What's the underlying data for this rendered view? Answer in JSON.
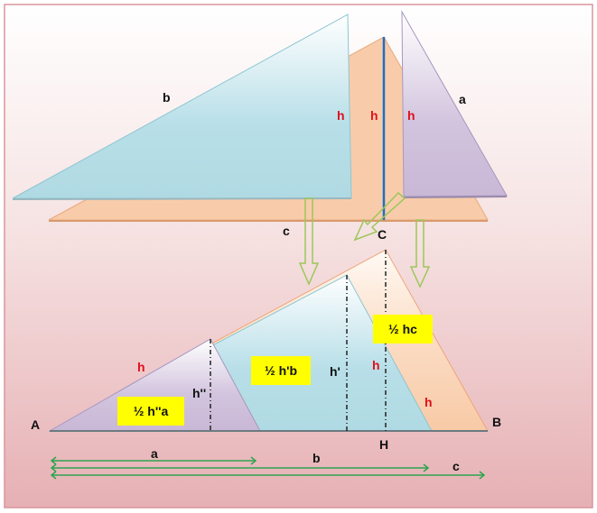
{
  "top": {
    "labels": {
      "b": "b",
      "a": "a",
      "c": "c",
      "C": "C",
      "h1": "h",
      "h2": "h",
      "h3": "h"
    }
  },
  "bottom": {
    "vertices": {
      "A": "A",
      "B": "B",
      "H": "H"
    },
    "heights": {
      "h_double": "h''",
      "h_prime": "h'",
      "h_left": "h",
      "h_mid": "h",
      "h_right": "h"
    },
    "boxes": {
      "half_hc": "½ hc",
      "half_hb": "½ h'b",
      "half_ha": "½ h''a"
    },
    "measures": {
      "a": "a",
      "b": "b",
      "c": "c"
    }
  },
  "colors": {
    "cyan": "#b5dde6",
    "orange": "#f9cfae",
    "purple": "#cdbcd9",
    "yellow": "#ffff00",
    "arrow_green": "#9bc75a",
    "measure_green": "#2ea44f",
    "height_red": "#e0101c",
    "border": "#d9959c"
  }
}
